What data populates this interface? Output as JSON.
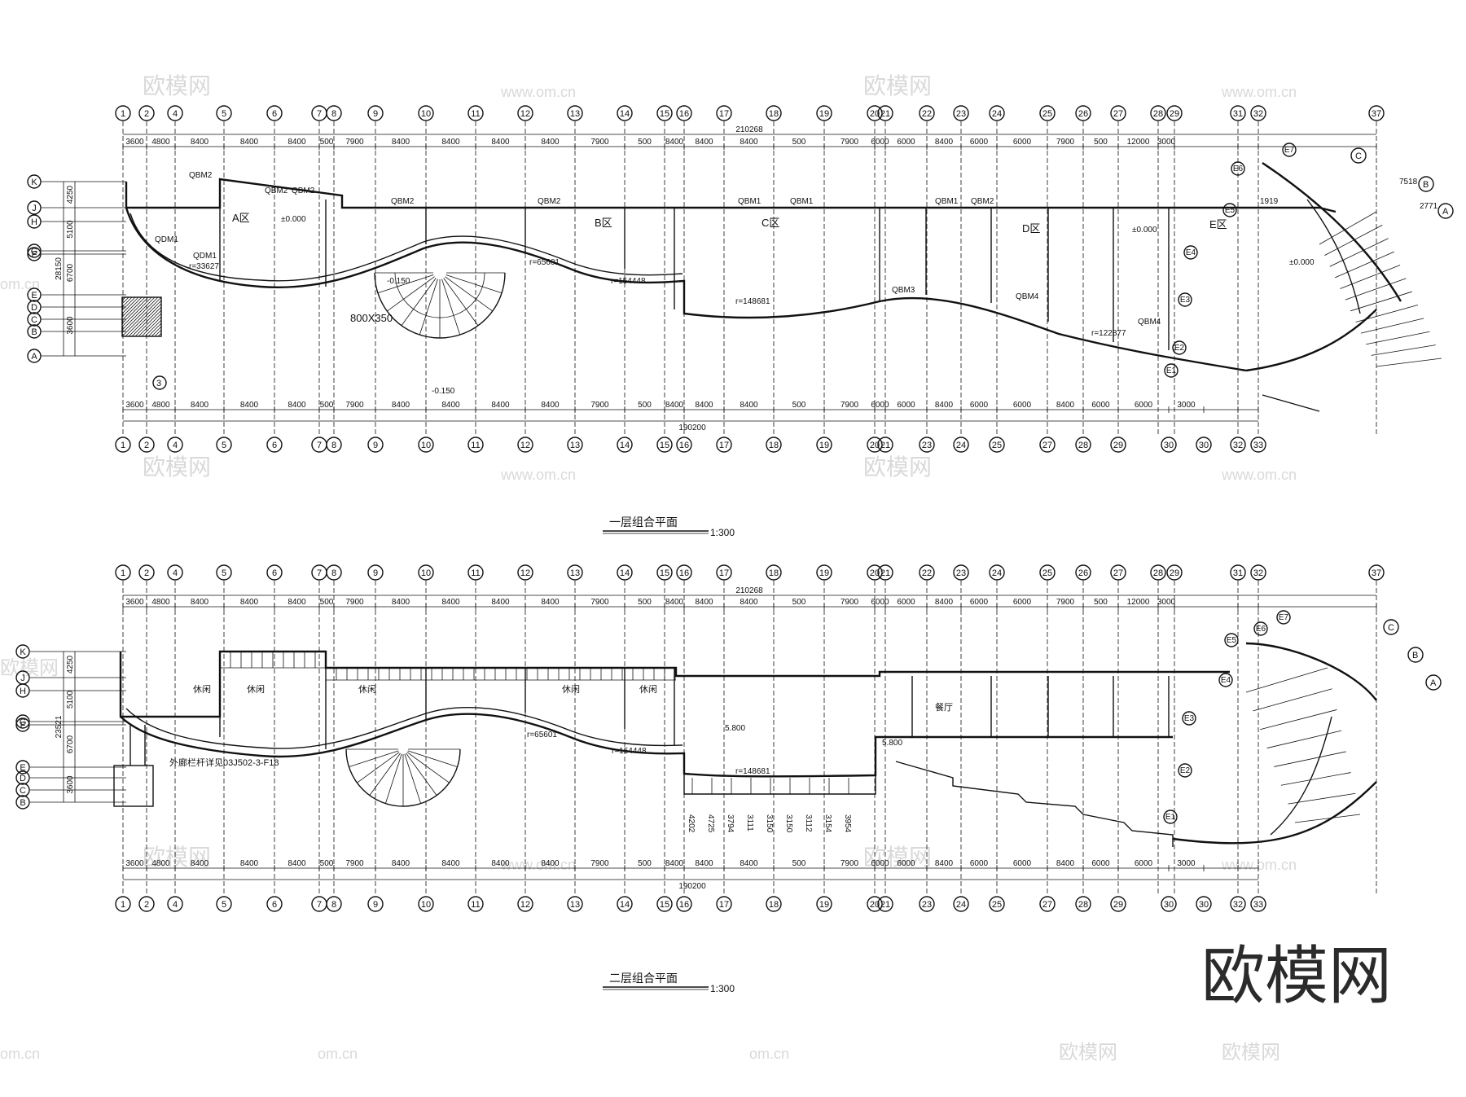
{
  "watermark": {
    "brand": "欧模网",
    "site": "www.om.cn",
    "site_fragment": "om.cn"
  },
  "logo": {
    "text": "欧模网"
  },
  "plans": [
    {
      "id": "floor1",
      "title": "一层组合平面",
      "scale": "1:300",
      "top_total": "210268",
      "bottom_total": "190200",
      "top_axes": [
        "1",
        "2",
        "4",
        "5",
        "6",
        "7",
        "8",
        "9",
        "10",
        "11",
        "12",
        "13",
        "14",
        "15",
        "16",
        "17",
        "18",
        "19",
        "20",
        "21",
        "22",
        "23",
        "24",
        "25",
        "26",
        "27",
        "28",
        "29",
        "31",
        "32",
        "37"
      ],
      "top_dims": [
        "3600",
        "4800",
        "8400",
        "8400",
        "8400",
        "500",
        "7900",
        "8400",
        "8400",
        "8400",
        "8400",
        "7900",
        "500",
        "8400",
        "8400",
        "8400",
        "500",
        "7900",
        "6000",
        "6000",
        "8400",
        "6000",
        "6000",
        "7900",
        "500",
        "12000",
        "3000"
      ],
      "bottom_axes": [
        "1",
        "2",
        "4",
        "5",
        "6",
        "7",
        "8",
        "9",
        "10",
        "11",
        "12",
        "13",
        "14",
        "15",
        "16",
        "17",
        "18",
        "19",
        "20",
        "21",
        "23",
        "24",
        "25",
        "27",
        "28",
        "29",
        "30",
        "30",
        "32",
        "33"
      ],
      "bottom_dims": [
        "3600",
        "4800",
        "8400",
        "8400",
        "8400",
        "500",
        "7900",
        "8400",
        "8400",
        "8400",
        "8400",
        "7900",
        "500",
        "8400",
        "8400",
        "8400",
        "500",
        "7900",
        "6000",
        "6000",
        "8400",
        "6000",
        "6000",
        "8400",
        "6000",
        "6000",
        "3000"
      ],
      "left_axes": [
        "K",
        "J",
        "H",
        "G",
        "F",
        "E",
        "D",
        "C",
        "B",
        "A"
      ],
      "left_dims": [
        "4250",
        "5100",
        "6700",
        "3600"
      ],
      "left_total": "28150",
      "zones": [
        "A区",
        "B区",
        "C区",
        "D区",
        "E区"
      ],
      "labels": {
        "elev0": "±0.000",
        "elev1": "-0.150",
        "elev2": "-0.150",
        "stair": "800X350",
        "circle": "3",
        "qbm1": "QBM1",
        "qbm2": "QBM2",
        "qbm3": "QBM3",
        "qbm4": "QBM4",
        "qdm1": "QDM1",
        "r1": "r=33627",
        "r2": "r=65601",
        "r3": "r=154448",
        "r4": "r=148681",
        "r5": "r=122877",
        "c_axis": "C",
        "b_axis": "B",
        "a_axis": "A",
        "e_axes": [
          "E1",
          "E2",
          "E3",
          "E4",
          "E5",
          "E6",
          "E7"
        ],
        "d1": "7518",
        "d2": "2771",
        "d3": "1919"
      }
    },
    {
      "id": "floor2",
      "title": "二层组合平面",
      "scale": "1:300",
      "top_total": "210268",
      "bottom_total": "190200",
      "top_axes": [
        "1",
        "2",
        "4",
        "5",
        "6",
        "7",
        "8",
        "9",
        "10",
        "11",
        "12",
        "13",
        "14",
        "15",
        "16",
        "17",
        "18",
        "19",
        "20",
        "21",
        "22",
        "23",
        "24",
        "25",
        "26",
        "27",
        "28",
        "29",
        "31",
        "32",
        "37"
      ],
      "top_dims": [
        "3600",
        "4800",
        "8400",
        "8400",
        "8400",
        "500",
        "7900",
        "8400",
        "8400",
        "8400",
        "8400",
        "7900",
        "500",
        "8400",
        "8400",
        "8400",
        "500",
        "7900",
        "6000",
        "6000",
        "8400",
        "6000",
        "6000",
        "7900",
        "500",
        "12000",
        "3000"
      ],
      "bottom_axes": [
        "1",
        "2",
        "4",
        "5",
        "6",
        "7",
        "8",
        "9",
        "10",
        "11",
        "12",
        "13",
        "14",
        "15",
        "16",
        "17",
        "18",
        "19",
        "20",
        "21",
        "23",
        "24",
        "25",
        "27",
        "28",
        "29",
        "30",
        "30",
        "32",
        "33"
      ],
      "bottom_dims": [
        "3600",
        "4800",
        "8400",
        "8400",
        "8400",
        "500",
        "7900",
        "8400",
        "8400",
        "8400",
        "8400",
        "7900",
        "500",
        "8400",
        "8400",
        "8400",
        "500",
        "7900",
        "6000",
        "6000",
        "8400",
        "6000",
        "6000",
        "8400",
        "6000",
        "6000",
        "3000"
      ],
      "left_axes": [
        "K",
        "J",
        "H",
        "G",
        "F",
        "E",
        "D",
        "C",
        "B"
      ],
      "left_dims": [
        "4250",
        "5100",
        "6700",
        "3600"
      ],
      "left_total": "23521",
      "rooms": [
        "休闲",
        "休闲",
        "休闲",
        "休闲",
        "休闲",
        "餐厅"
      ],
      "labels": {
        "elev_a": "5.800",
        "elev_b": "5.800",
        "rail_note": "外廊栏杆详见03J502-3-F18",
        "r2": "r=65601",
        "r3": "r=154448",
        "r4": "r=148681",
        "c_axis": "C",
        "b_axis": "B",
        "a_axis": "A",
        "e_axes": [
          "E1",
          "E2",
          "E3",
          "E4",
          "E5",
          "E6",
          "E7"
        ],
        "bays": [
          "4202",
          "4725",
          "3794",
          "3111",
          "3150",
          "3150",
          "3112",
          "3154",
          "3954"
        ]
      }
    }
  ]
}
